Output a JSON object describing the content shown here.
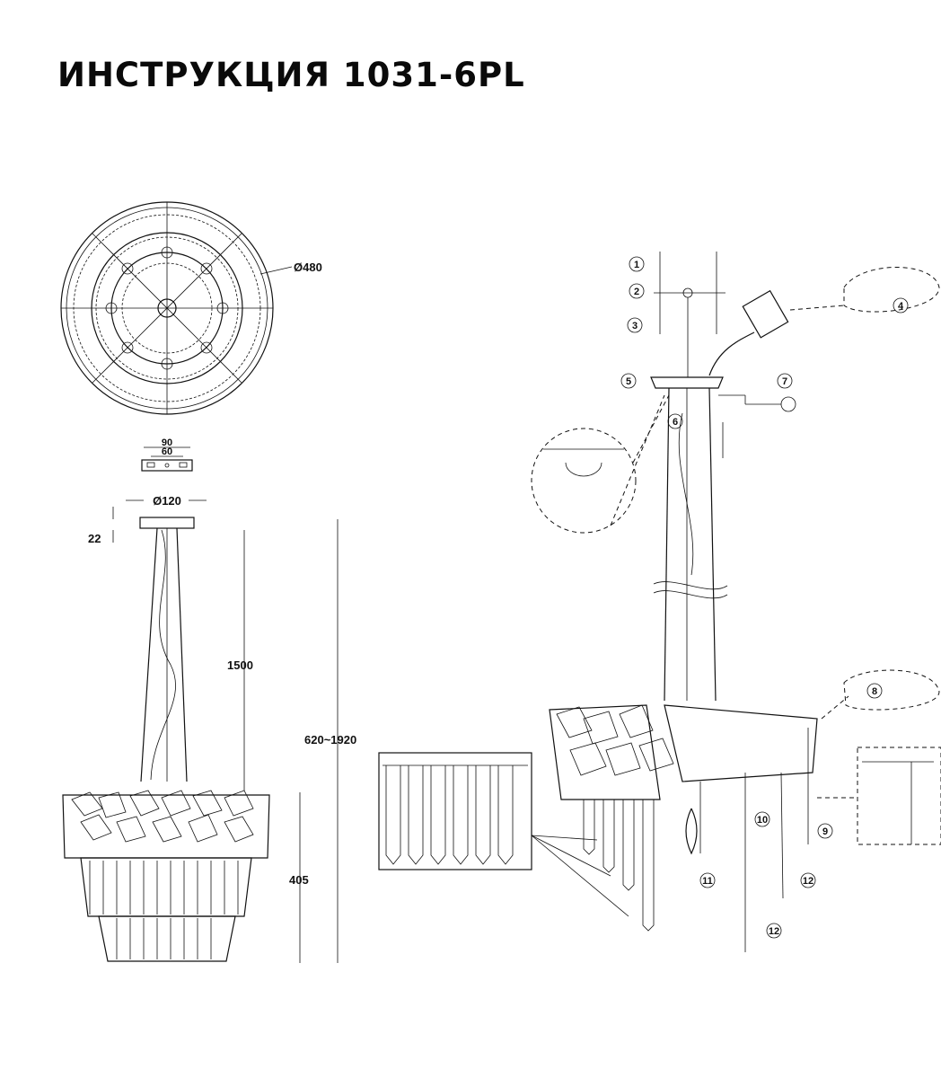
{
  "title": "ИНСТРУКЦИЯ 1031-6PL",
  "dimensions": {
    "diameter_top": "Ø480",
    "bracket_outer": "90",
    "bracket_inner": "60",
    "canopy_diameter": "Ø120",
    "canopy_height": "22",
    "suspension_length": "1500",
    "total_height": "620~1920",
    "body_height": "405"
  },
  "steps": [
    "1",
    "2",
    "3",
    "4",
    "5",
    "6",
    "7",
    "8",
    "9",
    "10",
    "11",
    "12",
    "12"
  ]
}
